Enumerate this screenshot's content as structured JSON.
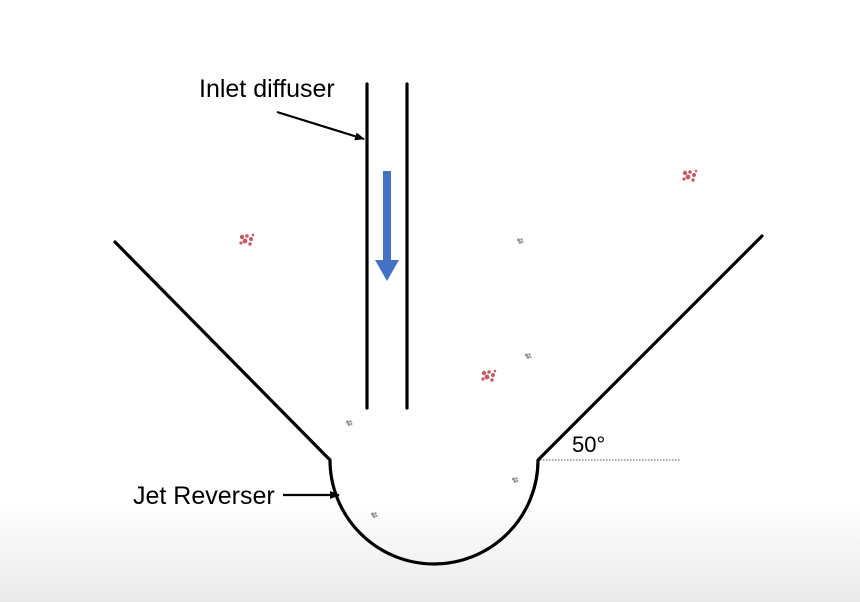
{
  "labels": {
    "inlet_diffuser": "Inlet diffuser",
    "jet_reverser": "Jet Reverser",
    "angle": "50°"
  },
  "colors": {
    "flow_arrow": "#4472c4",
    "walls": "#000000",
    "large_particles": "#c45a63",
    "small_particles": "#8f8f96"
  },
  "icons": {
    "flow_direction": "down-arrow-icon"
  }
}
